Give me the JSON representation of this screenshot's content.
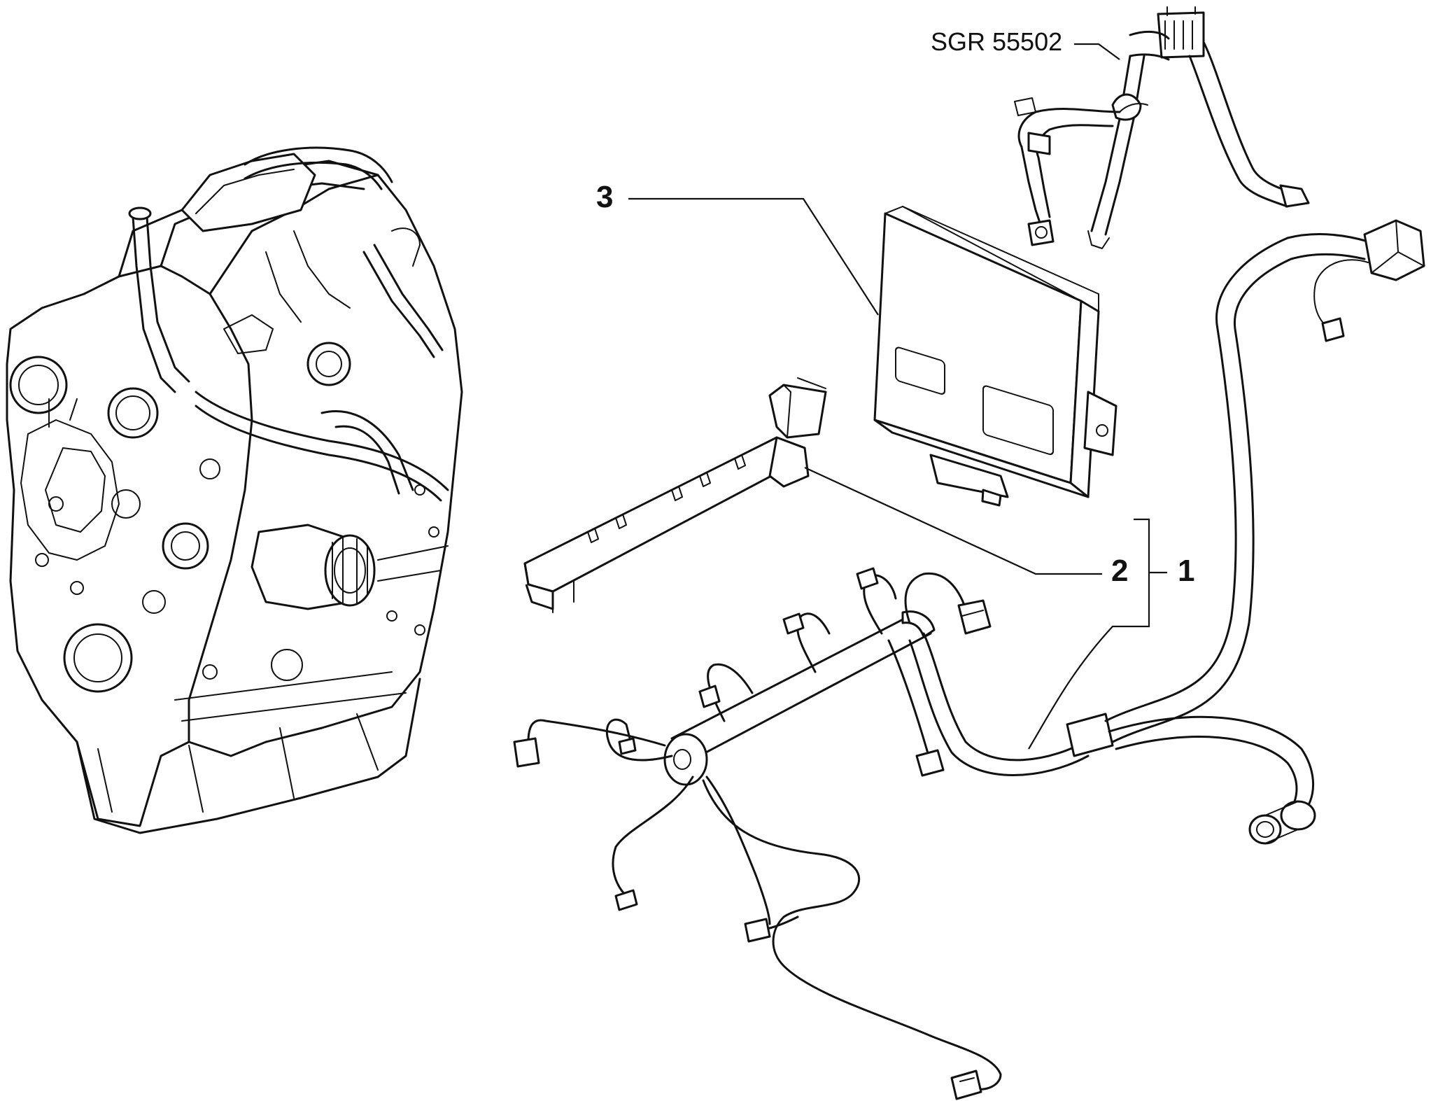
{
  "callouts": {
    "item_1": "1",
    "item_2": "2",
    "item_3": "3"
  },
  "reference_code": "SGR 55502"
}
